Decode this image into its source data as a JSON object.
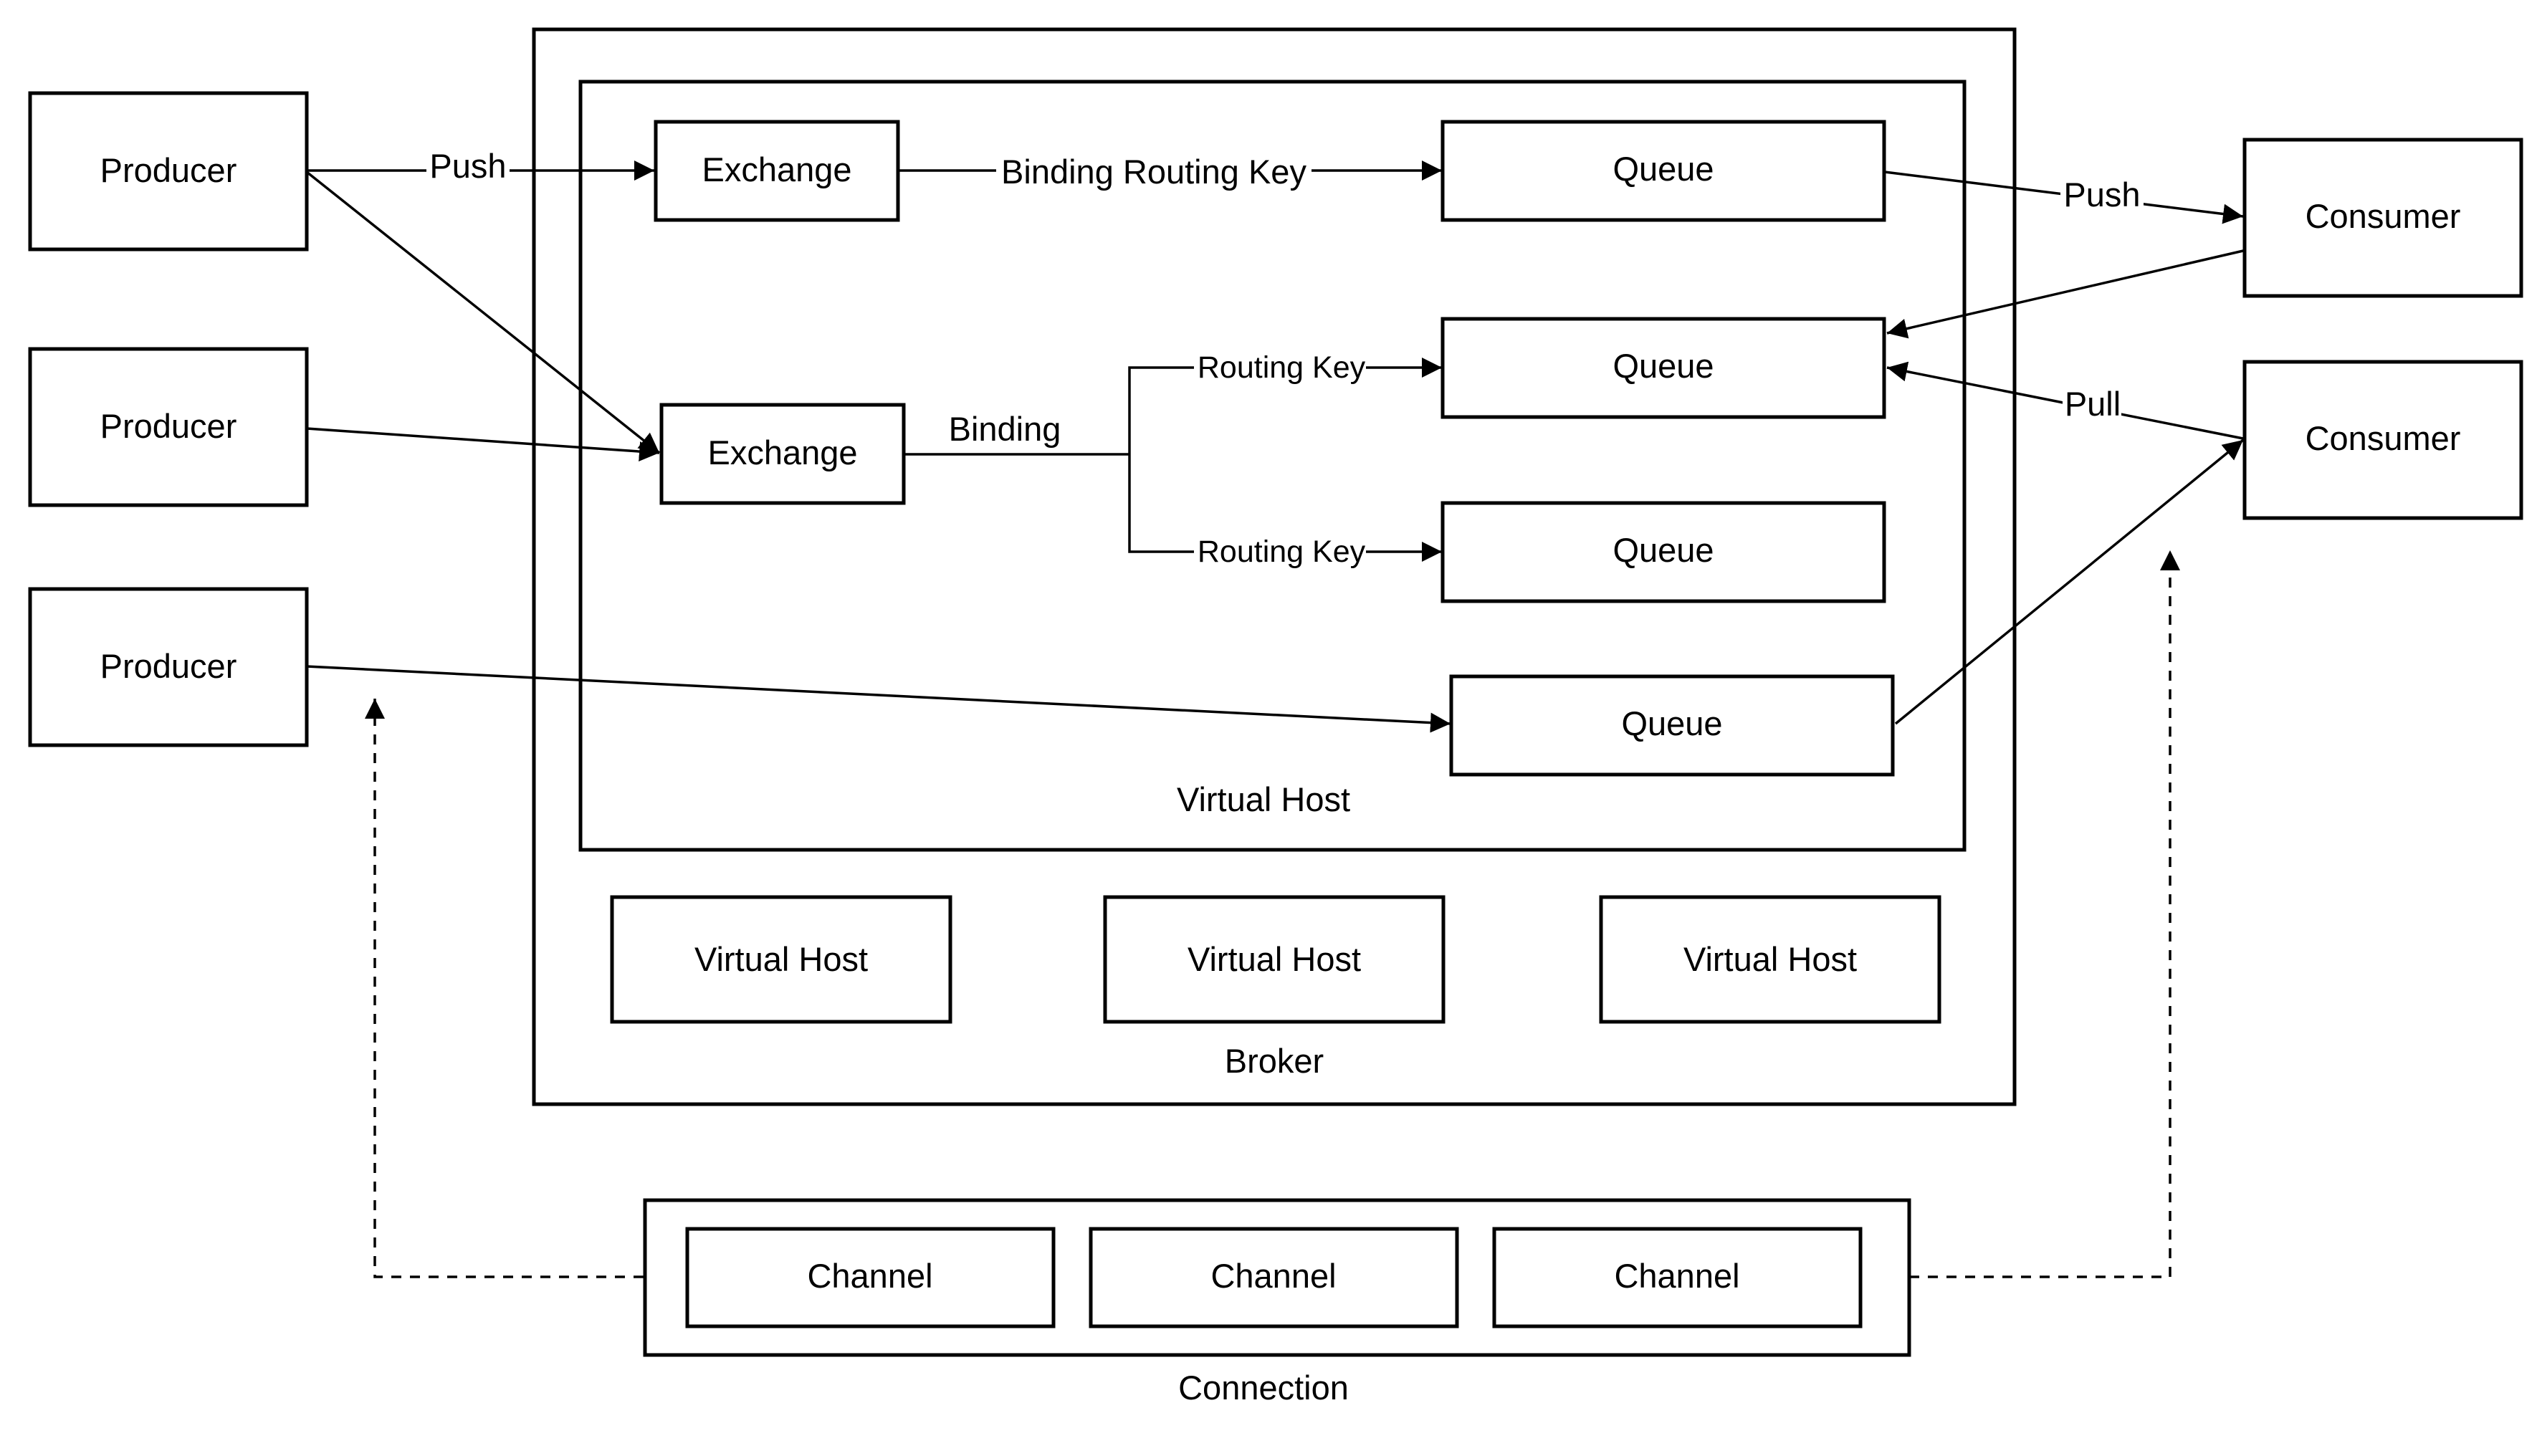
{
  "nodes": {
    "producer_1": "Producer",
    "producer_2": "Producer",
    "producer_3": "Producer",
    "exchange_1": "Exchange",
    "exchange_2": "Exchange",
    "queue_1": "Queue",
    "queue_2": "Queue",
    "queue_3": "Queue",
    "queue_4": "Queue",
    "consumer_1": "Consumer",
    "consumer_2": "Consumer",
    "virtual_host_main": "Virtual Host",
    "virtual_host_1": "Virtual Host",
    "virtual_host_2": "Virtual Host",
    "virtual_host_3": "Virtual Host",
    "broker": "Broker",
    "channel_1": "Channel",
    "channel_2": "Channel",
    "channel_3": "Channel",
    "connection": "Connection"
  },
  "edges": {
    "push_producer": "Push",
    "binding_routing_key": "Binding Routing Key",
    "push_consumer": "Push",
    "binding": "Binding",
    "routing_key_1": "Routing Key",
    "routing_key_2": "Routing Key",
    "pull": "Pull"
  }
}
